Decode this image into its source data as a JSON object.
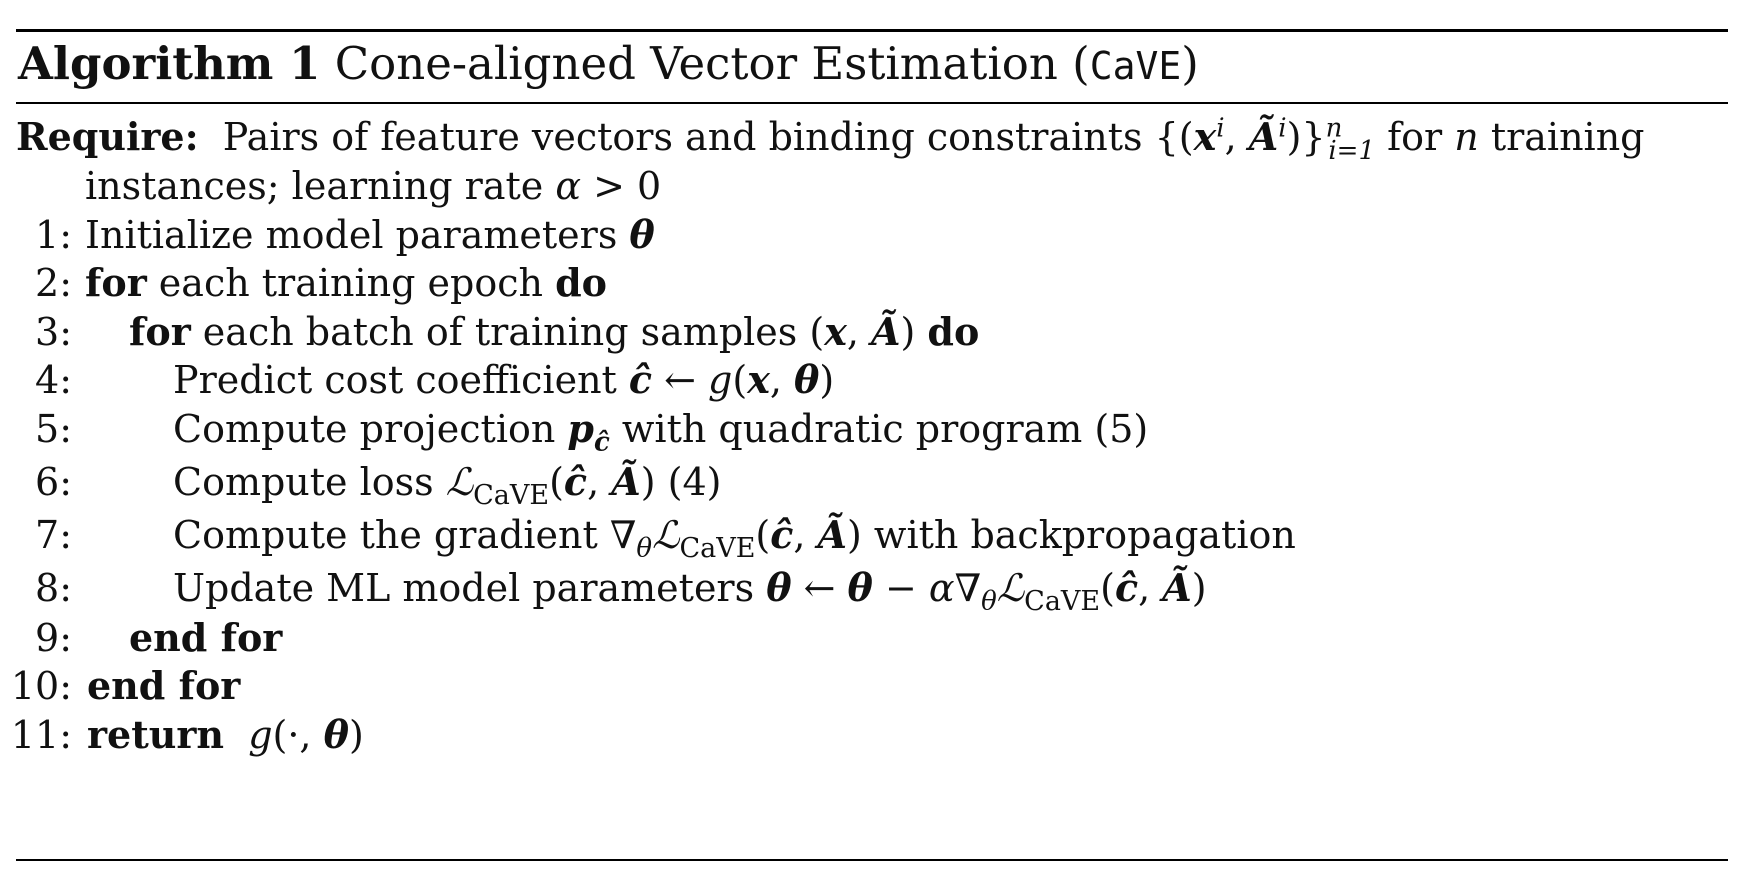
{
  "caption": {
    "label": "Algorithm 1",
    "title_before": "Cone-aligned Vector Estimation (",
    "title_mono": "CaVE",
    "title_after": ")"
  },
  "require": {
    "label": "Require:",
    "text_line1": "Pairs of feature vectors and binding constraints {(x^i, Ã^i)}_{i=1}^n for n training",
    "text_line2": "instances; learning rate α > 0"
  },
  "steps": [
    {
      "num": "1:",
      "text": "Initialize model parameters θ"
    },
    {
      "num": "2:",
      "kw1": "for",
      "text": " each training epoch ",
      "kw2": "do"
    },
    {
      "num": "3:",
      "kw1": "for",
      "text": " each batch of training samples (x, Ã) ",
      "kw2": "do"
    },
    {
      "num": "4:",
      "text": "Predict cost coefficient ĉ ← g(x, θ)"
    },
    {
      "num": "5:",
      "text": "Compute projection p_ĉ with quadratic program (5)"
    },
    {
      "num": "6:",
      "text": "Compute loss ℒ_CaVE(ĉ, Ã) (4)"
    },
    {
      "num": "7:",
      "text": "Compute the gradient ∇_θℒ_CaVE(ĉ, Ã) with backpropagation"
    },
    {
      "num": "8:",
      "text": "Update ML model parameters θ ← θ − α∇_θℒ_CaVE(ĉ, Ã)"
    },
    {
      "num": "9:",
      "kw1": "end for"
    },
    {
      "num": "10:",
      "kw1": "end for"
    },
    {
      "num": "11:",
      "kw1": "return",
      "text": "g(·, θ)"
    }
  ]
}
